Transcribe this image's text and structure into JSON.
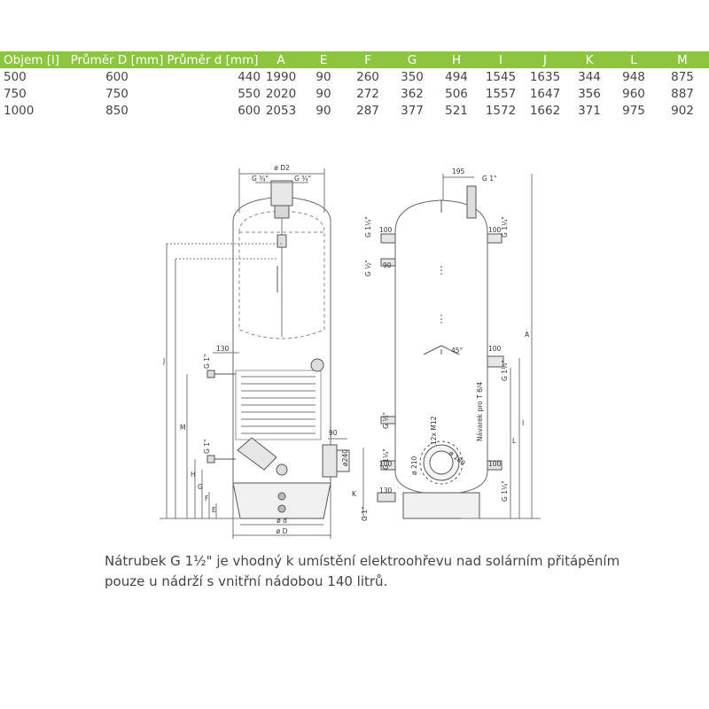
{
  "table": {
    "headers": [
      "Objem [l]",
      "Průměr D [mm]",
      "Průměr d [mm]",
      "A",
      "E",
      "F",
      "G",
      "H",
      "I",
      "J",
      "K",
      "L",
      "M"
    ],
    "rows": [
      [
        "500",
        "600",
        "440",
        "1990",
        "90",
        "260",
        "350",
        "494",
        "1545",
        "1635",
        "344",
        "948",
        "875"
      ],
      [
        "750",
        "750",
        "550",
        "2020",
        "90",
        "272",
        "362",
        "506",
        "1557",
        "1647",
        "356",
        "960",
        "887"
      ],
      [
        "1000",
        "850",
        "600",
        "2053",
        "90",
        "287",
        "377",
        "521",
        "1572",
        "1662",
        "371",
        "975",
        "902"
      ]
    ]
  },
  "drawing": {
    "left": {
      "d2": "ø D2",
      "g34_left": "G ¾\"",
      "g34_right": "G ¾\"",
      "dim_130": "130",
      "g1_upper": "G 1\"",
      "g1_lower": "G 1\"",
      "dim_90": "90",
      "dim_o240": "ø240",
      "label_j": "J",
      "label_m": "M",
      "label_h": "H",
      "label_g": "G",
      "label_f": "F",
      "label_e": "E",
      "label_k": "K",
      "d_small": "ø d",
      "d_big": "ø D"
    },
    "right": {
      "dim_195": "195",
      "g1_top": "G 1\"",
      "g114_tl": "G 1¼\"",
      "dim_100_tl": "100",
      "g12_top": "G ½\"",
      "dim_90": "90",
      "g114_tr": "G 1¼\"",
      "dim_100_tr": "100",
      "angle": "45°",
      "dim_100_mid": "100",
      "g114_mid": "G 1¼\"",
      "navarek": "Návarek pro T 6/4",
      "screws": "12x M12",
      "g12_low": "G ½\"",
      "g114_bl": "G 1¼\"",
      "dim_100_bl": "100",
      "dim_210": "ø 210",
      "dim_180": "ø 180",
      "dim_100_br": "100",
      "g114_br": "G 1¼\"",
      "dim_130": "130",
      "g1_bottom": "G 1\"",
      "label_a": "A",
      "label_i": "I",
      "label_l": "L"
    }
  },
  "note": {
    "line1": "Nátrubek G 1½\" je vhodný k umístění elektroohřevu nad solárním přitápěním",
    "line2": "pouze u nádrží s vnitřní nádobou 140 litrů."
  }
}
